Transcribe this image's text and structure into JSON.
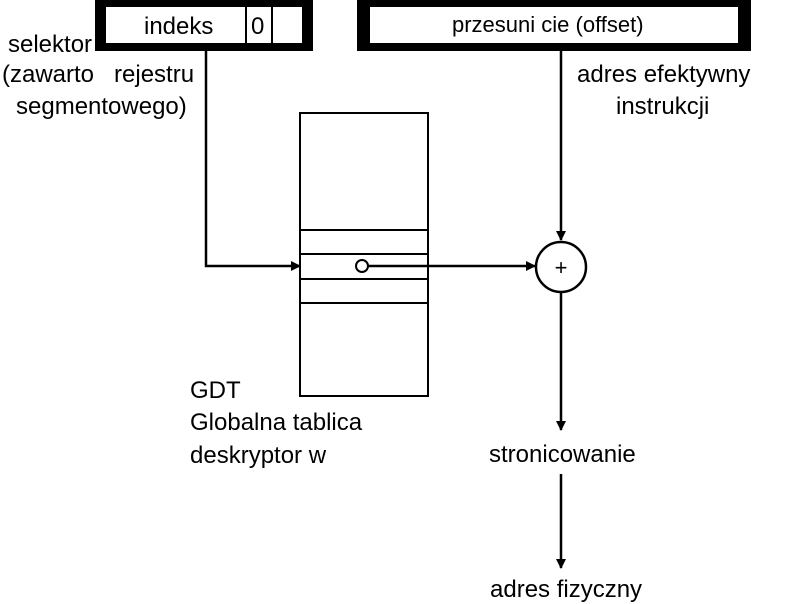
{
  "selector_register": {
    "index_label": "indeks",
    "ti_bit": "0"
  },
  "offset_register": {
    "label": "przesuni cie (offset)"
  },
  "selector_caption": {
    "line1": "selektor",
    "line2": "(zawarto   rejestru",
    "line3": "segmentowego)"
  },
  "effective_address_caption": {
    "line1": "adres efektywny",
    "line2": "instrukcji"
  },
  "gdt_caption": {
    "line1": "GDT",
    "line2": "Globalna tablica",
    "line3": "deskryptor w"
  },
  "adder": {
    "symbol": "+"
  },
  "paging_label": "stronicowanie",
  "physical_address_label": "adres fizyczny"
}
